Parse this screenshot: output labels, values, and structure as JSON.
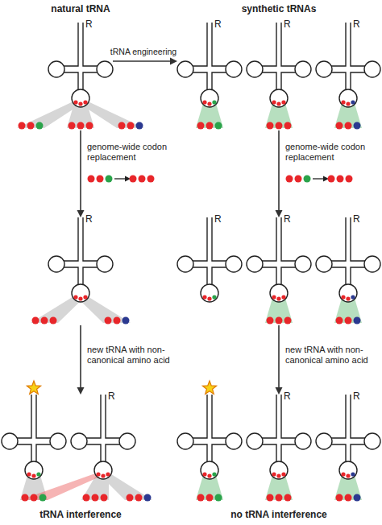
{
  "diagram": {
    "nodes": [
      {
        "text": [
          "R"
        ]
      },
      {
        "text": [
          "R"
        ]
      },
      {
        "text": [
          "R"
        ]
      },
      {
        "text": [
          "R"
        ]
      },
      {
        "text": [
          "R"
        ]
      },
      {
        "text": [
          "R"
        ]
      },
      {
        "text": [
          "R"
        ]
      },
      {
        "text": [
          "R"
        ]
      },
      {
        "text": [
          "R"
        ]
      },
      {
        "text": [
          "R"
        ]
      },
      {
        "text": [
          "R"
        ]
      }
    ],
    "edges": [
      {
        "from": 0,
        "to": 1,
        "arrow": "to",
        "label": "tRNA engineering"
      },
      {
        "from": 0,
        "to": 4,
        "arrow": "to",
        "label": "genome-wide codon replacement"
      },
      {
        "from": 2,
        "to": 6,
        "arrow": "to",
        "label": "genome-wide codon replacement"
      },
      {
        "from": 4,
        "to": 8,
        "arrow": "to",
        "label": "new tRNA with non-canonical amino acid"
      },
      {
        "from": 6,
        "to": 9,
        "arrow": "to",
        "label": "new tRNA with non-canonical amino acid"
      }
    ],
    "labels": [
      "natural tRNA",
      "synthetic tRNAs",
      "tRNA interference",
      "no tRNA interference"
    ]
  }
}
